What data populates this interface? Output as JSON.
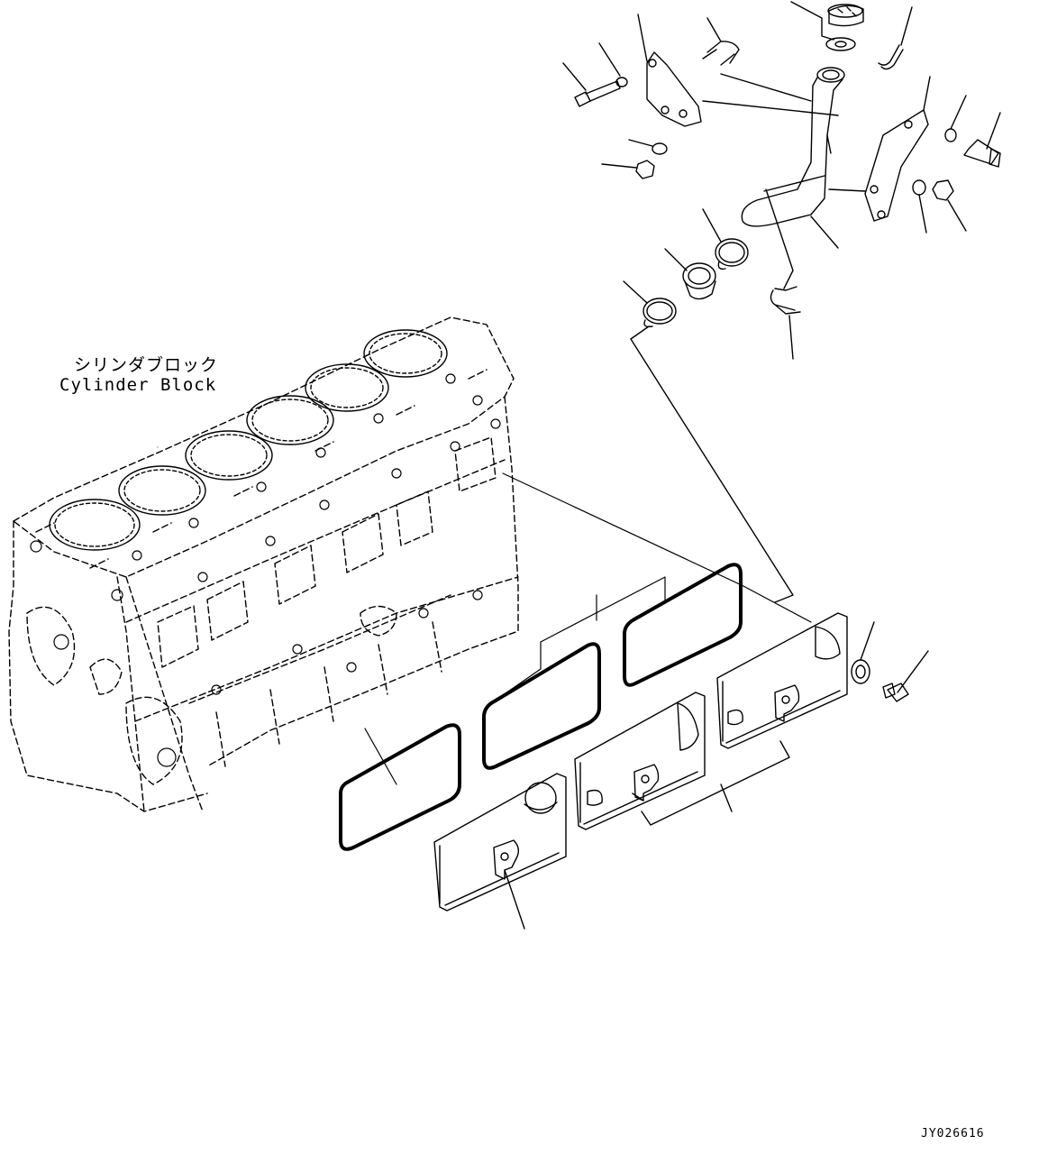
{
  "block_label": {
    "jp": "シリンダブロック",
    "en": "Cylinder Block"
  },
  "drawing_code": "JY026616",
  "colors": {
    "line": "#000000",
    "background": "#ffffff"
  }
}
